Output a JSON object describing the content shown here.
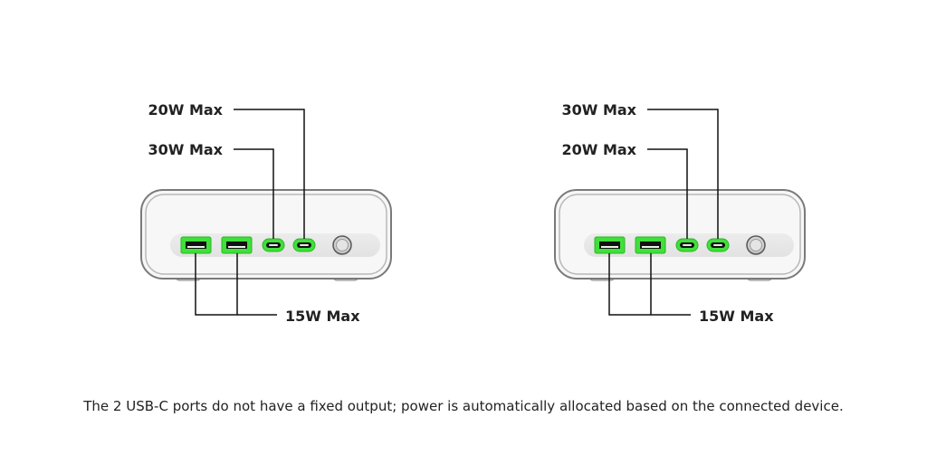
{
  "diagrams": [
    {
      "top_label": "20W Max",
      "middle_label": "30W Max",
      "bottom_label": "15W Max"
    },
    {
      "top_label": "30W Max",
      "middle_label": "20W Max",
      "bottom_label": "15W Max"
    }
  ],
  "caption": "The 2 USB-C ports do not have a fixed output; power is automatically allocated based on the connected device.",
  "colors": {
    "port_glow": "#3fe03a",
    "outline": "#7a7a7a",
    "leader_line": "#111111",
    "text": "#222222"
  }
}
